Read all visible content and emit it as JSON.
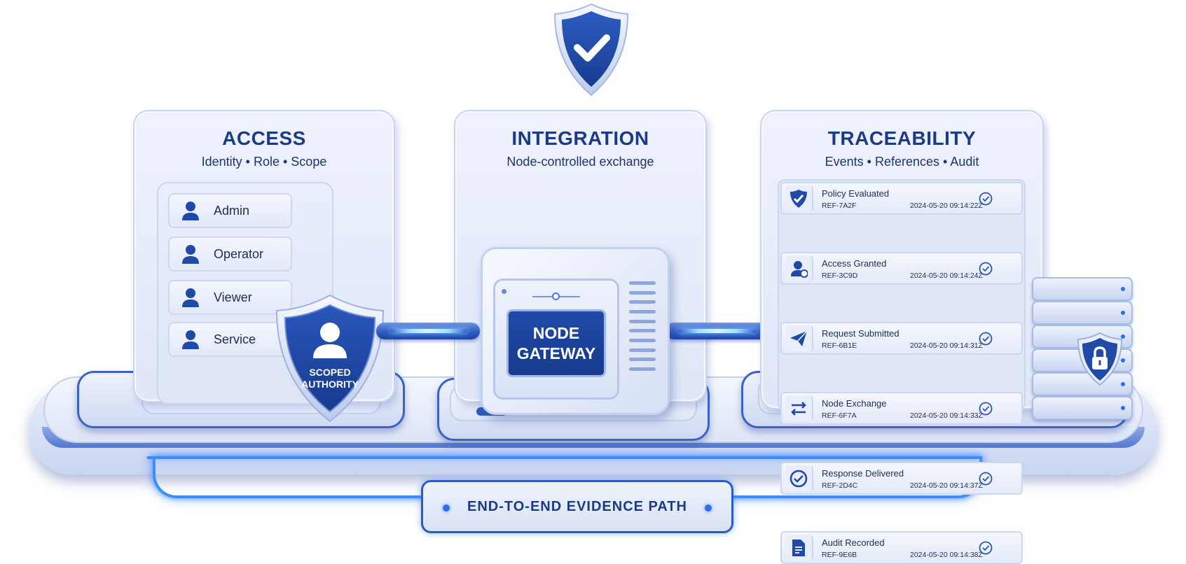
{
  "colors": {
    "primary": "#1f4aa8",
    "accent_glow": "#3d8cff",
    "panel": "#e6ecf9",
    "text_dark": "#1c3b86"
  },
  "top_badge": {
    "icon": "shield-check-icon"
  },
  "access": {
    "title": "ACCESS",
    "subtitle": "Identity • Role • Scope",
    "roles": [
      "Admin",
      "Operator",
      "Viewer",
      "Service"
    ],
    "role_icon": "user-icon",
    "badge": {
      "icon": "shield-user-icon",
      "line1": "SCOPED",
      "line2": "AUTHORITY"
    }
  },
  "integration": {
    "title": "INTEGRATION",
    "subtitle": "Node-controlled exchange",
    "gateway": {
      "line1": "NODE",
      "line2": "GATEWAY"
    }
  },
  "traceability": {
    "title": "TRACEABILITY",
    "subtitle": "Events • References • Audit",
    "events": [
      {
        "name": "Policy Evaluated",
        "ref": "REF-7A2F",
        "time": "2024-05-20 09:14:22Z",
        "icon": "shield-check-icon"
      },
      {
        "name": "Access Granted",
        "ref": "REF-3C9D",
        "time": "2024-05-20 09:14:24Z",
        "icon": "user-check-icon"
      },
      {
        "name": "Request Submitted",
        "ref": "REF-6B1E",
        "time": "2024-05-20 09:14:31Z",
        "icon": "send-icon"
      },
      {
        "name": "Node Exchange",
        "ref": "REF-6F7A",
        "time": "2024-05-20 09:14:33Z",
        "icon": "exchange-arrows-icon"
      },
      {
        "name": "Response Delivered",
        "ref": "REF-2D4C",
        "time": "2024-05-20 09:14:37Z",
        "icon": "check-circle-icon"
      },
      {
        "name": "Audit Recorded",
        "ref": "REF-9E6B",
        "time": "2024-05-20 09:14:38Z",
        "icon": "document-icon"
      }
    ],
    "storage": {
      "icon": "lock-icon"
    }
  },
  "footer": {
    "label": "END-TO-END EVIDENCE PATH"
  }
}
